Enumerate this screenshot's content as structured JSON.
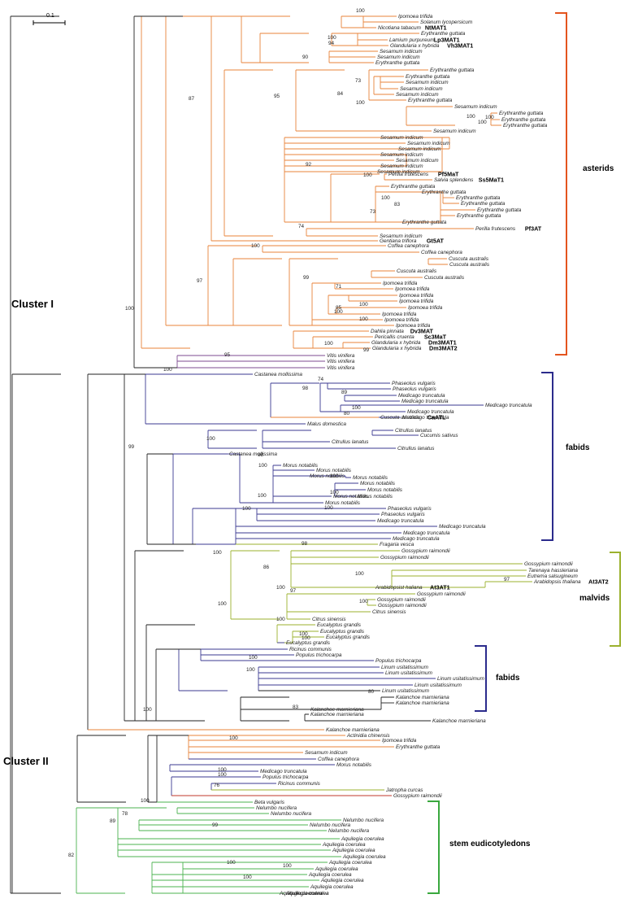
{
  "scale_label": "0.1",
  "clusters": {
    "cluster1": "Cluster I",
    "cluster2": "Cluster II"
  },
  "clades": {
    "asterids": "asterids",
    "fabids1": "fabids",
    "malvids": "malvids",
    "fabids2": "fabids",
    "stem": "stem eudicotyledons"
  },
  "colors": {
    "asterids": "#e8833a",
    "rosids": "#3b3991",
    "malvids": "#9bb12e",
    "stem": "#4bb34f",
    "vitis": "#7e4b91",
    "beta": "#c0392b",
    "base": "#222222",
    "bracket_asterids": "#e4541e",
    "bracket_fabids": "#2b2b8c",
    "bracket_malvids": "#9bb12e",
    "bracket_stem": "#3aa83e"
  },
  "taxa": [
    {
      "id": "t1",
      "name": "Ipomoea trifida"
    },
    {
      "id": "t2",
      "name": "Solanum lycopersicum"
    },
    {
      "id": "t3",
      "name": "Nicotiana tabacum",
      "gene": "NtMAT1"
    },
    {
      "id": "t4",
      "name": "Erythranthe guttata"
    },
    {
      "id": "t5",
      "name": "Lamium purpureum",
      "gene": "Lp3MAT1"
    },
    {
      "id": "t6",
      "name": "Glandularia x hybrida",
      "gene": "Vh3MAT1"
    },
    {
      "id": "t7",
      "name": "Sesamum indicum"
    },
    {
      "id": "t8",
      "name": "Sesamum indicum"
    },
    {
      "id": "t9",
      "name": "Erythranthe guttata"
    },
    {
      "id": "t10",
      "name": "Erythranthe guttata"
    },
    {
      "id": "t11",
      "name": "Erythranthe guttata"
    },
    {
      "id": "t12",
      "name": "Sesamum indicum"
    },
    {
      "id": "t13",
      "name": "Sesamum indicum"
    },
    {
      "id": "t14",
      "name": "Sesamum indicum"
    },
    {
      "id": "t15",
      "name": "Erythranthe guttata"
    },
    {
      "id": "t16",
      "name": "Sesamum indicum"
    },
    {
      "id": "t17",
      "name": "Erythranthe guttata"
    },
    {
      "id": "t18",
      "name": "Erythranthe guttata"
    },
    {
      "id": "t19",
      "name": "Erythranthe guttata"
    },
    {
      "id": "t20",
      "name": "Sesamum indicum"
    },
    {
      "id": "t21",
      "name": "Sesamum indicum"
    },
    {
      "id": "t22",
      "name": "Sesamum indicum"
    },
    {
      "id": "t23",
      "name": "Sesamum indicum"
    },
    {
      "id": "t24",
      "name": "Sesamum indicum"
    },
    {
      "id": "t25",
      "name": "Sesamum indicum"
    },
    {
      "id": "t26",
      "name": "Sesamum indicum"
    },
    {
      "id": "t27",
      "name": "Sesamum indicum"
    },
    {
      "id": "t28",
      "name": "Perilla frutescens",
      "gene": "Pf5MaT"
    },
    {
      "id": "t29",
      "name": "Salvia splendens",
      "gene": "Ss5MaT1"
    },
    {
      "id": "t30",
      "name": "Erythranthe guttata"
    },
    {
      "id": "t31",
      "name": "Erythranthe guttata"
    },
    {
      "id": "t32",
      "name": "Erythranthe guttata"
    },
    {
      "id": "t33",
      "name": "Erythranthe guttata"
    },
    {
      "id": "t34",
      "name": "Erythranthe guttata"
    },
    {
      "id": "t35",
      "name": "Erythranthe guttata"
    },
    {
      "id": "t36",
      "name": "Erythranthe guttata"
    },
    {
      "id": "t37",
      "name": "Perilla frutescens",
      "gene": "Pf3AT"
    },
    {
      "id": "t38",
      "name": "Sesamum indicum"
    },
    {
      "id": "t39",
      "name": "Gentiana triflora",
      "gene": "Gt5AT"
    },
    {
      "id": "t40",
      "name": "Coffea canephora"
    },
    {
      "id": "t41",
      "name": "Coffea canephora"
    },
    {
      "id": "t42",
      "name": "Cuscuta australis"
    },
    {
      "id": "t43",
      "name": "Cuscuta australis"
    },
    {
      "id": "t44",
      "name": "Cuscuta australis"
    },
    {
      "id": "t45",
      "name": "Cuscuta australis"
    },
    {
      "id": "t46",
      "name": "Ipomoea trifida"
    },
    {
      "id": "t47",
      "name": "Ipomoea trifida"
    },
    {
      "id": "t48",
      "name": "Ipomoea trifida"
    },
    {
      "id": "t49",
      "name": "Ipomoea trifida"
    },
    {
      "id": "t50",
      "name": "Ipomoea trifida"
    },
    {
      "id": "t51",
      "name": "Ipomoea trifida"
    },
    {
      "id": "t52",
      "name": "Ipomoea trifida"
    },
    {
      "id": "t53",
      "name": "Ipomoea trifida"
    },
    {
      "id": "t54",
      "name": "Dahlia pinnata",
      "gene": "Dv3MAT"
    },
    {
      "id": "t55",
      "name": "Pericallis cruenta",
      "gene": "Sc3MaT"
    },
    {
      "id": "t56",
      "name": "Glandularia x hybrida",
      "gene": "Dm3MAT1"
    },
    {
      "id": "t57",
      "name": "Glandularia x hybrida",
      "gene": "Dm3MAT2"
    },
    {
      "id": "t58",
      "name": "Vitis vinifera"
    },
    {
      "id": "t59",
      "name": "Vitis vinifera"
    },
    {
      "id": "t60",
      "name": "Vitis vinifera"
    },
    {
      "id": "t61",
      "name": "Castanea mollissima"
    },
    {
      "id": "t62",
      "name": "Phaseolus vulgaris"
    },
    {
      "id": "t63",
      "name": "Phaseolus vulgaris"
    },
    {
      "id": "t64",
      "name": "Medicago truncatula"
    },
    {
      "id": "t65",
      "name": "Medicago truncatula"
    },
    {
      "id": "t66",
      "name": "Medicago truncatula"
    },
    {
      "id": "t67",
      "name": "Medicago truncatula"
    },
    {
      "id": "t68",
      "name": "Medicago truncatula"
    },
    {
      "id": "t69",
      "name": "Cuscuta australis",
      "gene": "CaATL"
    },
    {
      "id": "t70",
      "name": "Malus domestica"
    },
    {
      "id": "t71",
      "name": "Citrullus lanatus"
    },
    {
      "id": "t72",
      "name": "Cucumis sativus"
    },
    {
      "id": "t73",
      "name": "Citrullus lanatus"
    },
    {
      "id": "t74",
      "name": "Citrullus lanatus"
    },
    {
      "id": "t75",
      "name": "Castanea mollissima"
    },
    {
      "id": "t76",
      "name": "Morus notabilis"
    },
    {
      "id": "t77",
      "name": "Morus notabilis"
    },
    {
      "id": "t78",
      "name": "Morus notabilis"
    },
    {
      "id": "t79",
      "name": "Morus notabilis"
    },
    {
      "id": "t80",
      "name": "Morus notabilis"
    },
    {
      "id": "t81",
      "name": "Morus notabilis"
    },
    {
      "id": "t82",
      "name": "Morus notabilis"
    },
    {
      "id": "t83",
      "name": "Morus notabilis"
    },
    {
      "id": "t84",
      "name": "Morus notabilis"
    },
    {
      "id": "t85",
      "name": "Phaseolus vulgaris"
    },
    {
      "id": "t86",
      "name": "Phaseolus vulgaris"
    },
    {
      "id": "t87",
      "name": "Medicago truncatula"
    },
    {
      "id": "t88",
      "name": "Medicago truncatula"
    },
    {
      "id": "t89",
      "name": "Medicago truncatula"
    },
    {
      "id": "t90",
      "name": "Medicago truncatula"
    },
    {
      "id": "t91",
      "name": "Fragaria vesca"
    },
    {
      "id": "t92",
      "name": "Gossypium raimondii"
    },
    {
      "id": "t93",
      "name": "Gossypium raimondii"
    },
    {
      "id": "t94",
      "name": "Gossypium raimondii"
    },
    {
      "id": "t95",
      "name": "Tarenaya hassleriana"
    },
    {
      "id": "t96",
      "name": "Eutrema salsugineum"
    },
    {
      "id": "t97",
      "name": "Arabidopsis thaliana",
      "gene": "At3AT2"
    },
    {
      "id": "t98",
      "name": "Arabidopsist haliana",
      "gene": "At3AT1"
    },
    {
      "id": "t99",
      "name": "Gossypium raimondii"
    },
    {
      "id": "t100",
      "name": "Gossypium raimondii"
    },
    {
      "id": "t101",
      "name": "Gossypium raimondii"
    },
    {
      "id": "t102",
      "name": "Citrus sinensis"
    },
    {
      "id": "t103",
      "name": "Citrus sinensis"
    },
    {
      "id": "t104",
      "name": "Eucalyptus grandis"
    },
    {
      "id": "t105",
      "name": "Eucalyptus grandis"
    },
    {
      "id": "t106",
      "name": "Eucalyptus grandis"
    },
    {
      "id": "t107",
      "name": "Eucalyptus grandis"
    },
    {
      "id": "t108",
      "name": "Ricinus communis"
    },
    {
      "id": "t109",
      "name": "Populus trichocarpa"
    },
    {
      "id": "t110",
      "name": "Populus trichocarpa"
    },
    {
      "id": "t111",
      "name": "Linum usitatissimum"
    },
    {
      "id": "t112",
      "name": "Linum usitatissimum"
    },
    {
      "id": "t113",
      "name": "Linum usitatissimum"
    },
    {
      "id": "t114",
      "name": "Linum usitatissimum"
    },
    {
      "id": "t115",
      "name": "Linum usitatissimum"
    },
    {
      "id": "t116",
      "name": "Kalanchoe marnieriana"
    },
    {
      "id": "t117",
      "name": "Kalanchoe marnieriana"
    },
    {
      "id": "t118",
      "name": "Kalanchoe marnieriana"
    },
    {
      "id": "t119",
      "name": "Kalanchoe marnieriana"
    },
    {
      "id": "t120",
      "name": "Kalanchoe marnieriana"
    },
    {
      "id": "t121",
      "name": "Kalanchoe marnieriana"
    },
    {
      "id": "t122",
      "name": "Actinidia chinensis"
    },
    {
      "id": "t123",
      "name": "Ipomoea trifida"
    },
    {
      "id": "t124",
      "name": "Erythranthe guttata"
    },
    {
      "id": "t125",
      "name": "Sesamum indicum"
    },
    {
      "id": "t126",
      "name": "Coffea canephora"
    },
    {
      "id": "t127",
      "name": "Morus notabilis"
    },
    {
      "id": "t128",
      "name": "Medicago truncatula"
    },
    {
      "id": "t129",
      "name": "Populus trichocarpa"
    },
    {
      "id": "t130",
      "name": "Ricinus communis"
    },
    {
      "id": "t131",
      "name": "Jatropha curcas"
    },
    {
      "id": "t132",
      "name": "Gossypium raimondii"
    },
    {
      "id": "t133",
      "name": "Beta vulgaris"
    },
    {
      "id": "t134",
      "name": "Nelumbo nucifera"
    },
    {
      "id": "t135",
      "name": "Nelumbo nucifera"
    },
    {
      "id": "t136",
      "name": "Nelumbo nucifera"
    },
    {
      "id": "t137",
      "name": "Nelumbo nucifera"
    },
    {
      "id": "t138",
      "name": "Nelumbo nucifera"
    },
    {
      "id": "t139",
      "name": "Aquilegia coerulea"
    },
    {
      "id": "t140",
      "name": "Aquilegia coerulea"
    },
    {
      "id": "t141",
      "name": "Aquilegia coerulea"
    },
    {
      "id": "t142",
      "name": "Aquilegia coerulea"
    },
    {
      "id": "t143",
      "name": "Aquilegia coerulea"
    },
    {
      "id": "t144",
      "name": "Aquilegia coerulea"
    },
    {
      "id": "t145",
      "name": "Aquilegia coerulea"
    },
    {
      "id": "t146",
      "name": "Aquilegia coerulea"
    },
    {
      "id": "t147",
      "name": "Aquilegia coerulea"
    },
    {
      "id": "t148",
      "name": "Aquilegia coerulea"
    },
    {
      "id": "t149",
      "name": "Aquilegia coerulea"
    },
    {
      "id": "t150",
      "name": "Aquilegia coerulea"
    }
  ],
  "bootstrap": [
    "100",
    "94",
    "100",
    "90",
    "95",
    "84",
    "100",
    "73",
    "100",
    "100",
    "100",
    "92",
    "100",
    "100",
    "73",
    "83",
    "74",
    "100",
    "97",
    "99",
    "100",
    "100",
    "71",
    "85",
    "100",
    "100",
    "87",
    "100",
    "99",
    "95",
    "100",
    "74",
    "98",
    "89",
    "100",
    "80",
    "99",
    "98",
    "100",
    "100",
    "100",
    "100",
    "100",
    "100",
    "100",
    "98",
    "100",
    "86",
    "100",
    "97",
    "100",
    "97",
    "100",
    "100",
    "100",
    "100",
    "100",
    "100",
    "100",
    "80",
    "83",
    "100",
    "100",
    "76",
    "100",
    "100",
    "78",
    "89",
    "99",
    "82",
    "100",
    "100",
    "100",
    "100"
  ]
}
